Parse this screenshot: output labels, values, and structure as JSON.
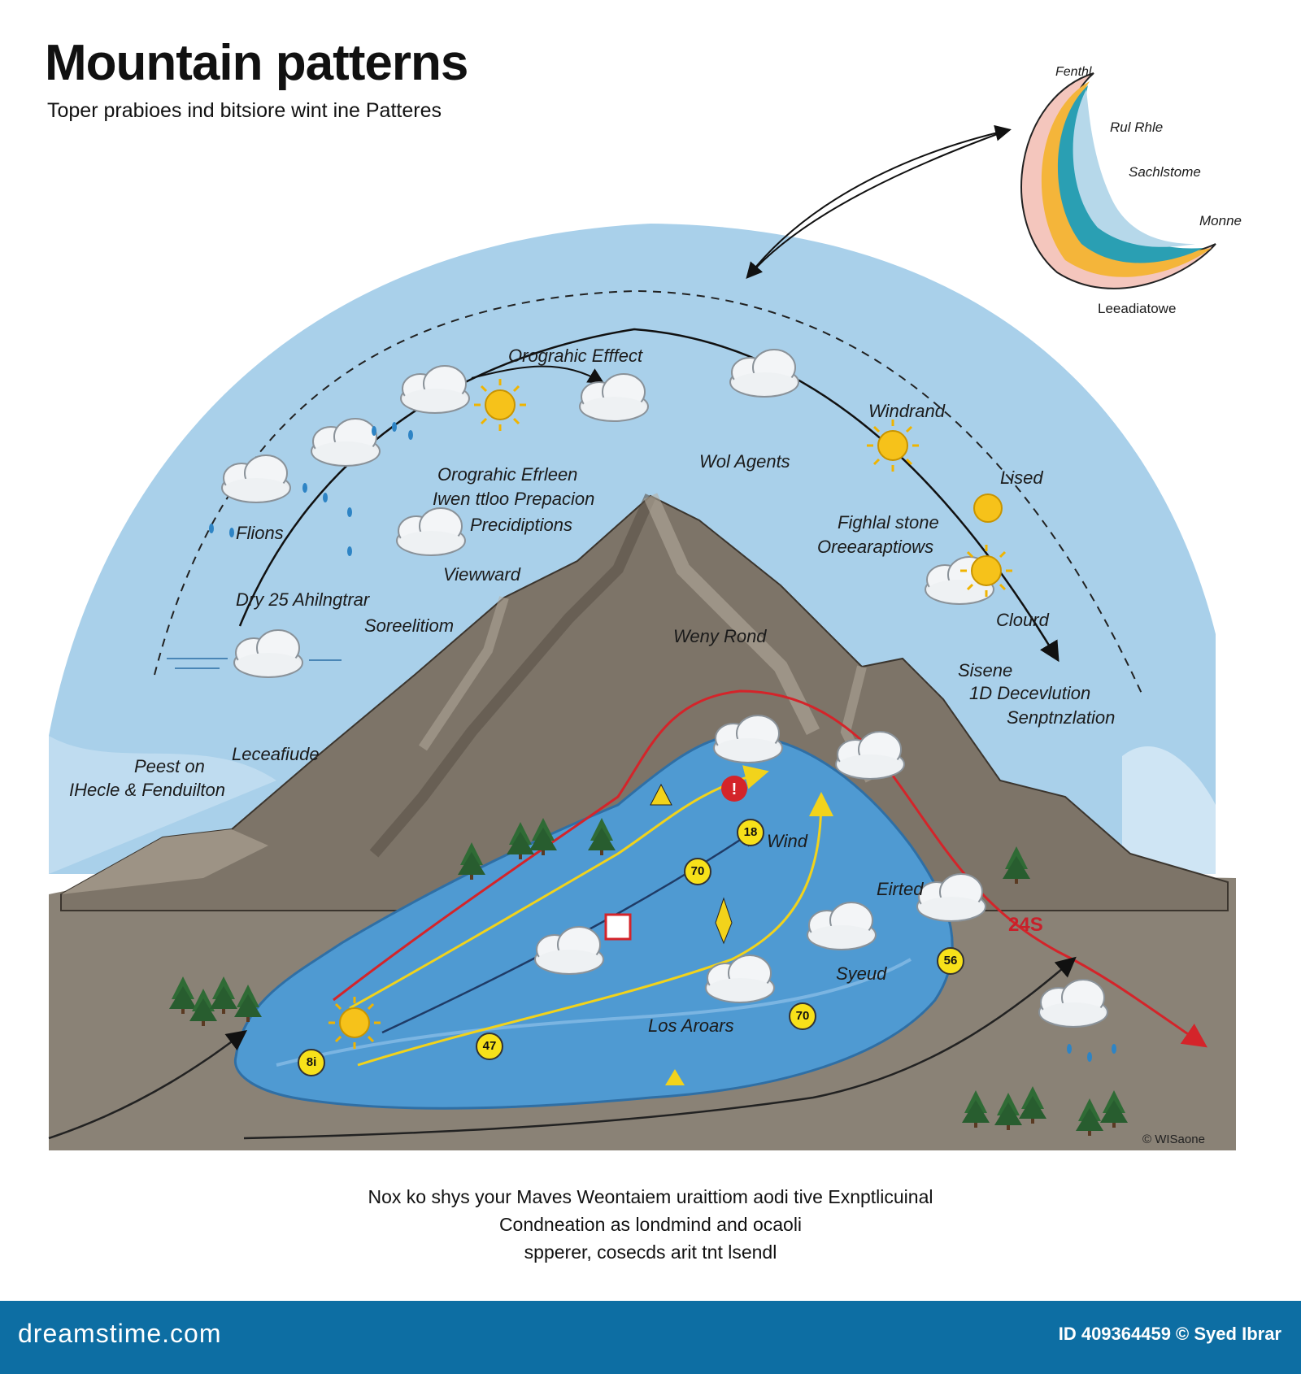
{
  "header": {
    "title": "Mountain patterns",
    "subtitle": "Toper prabioes ind bitsiore wint ine Patteres"
  },
  "inset": {
    "top": "Fenthl",
    "l1": "Rul Rhle",
    "l2": "Sachlstome",
    "l3": "Monne",
    "bottom": "Leeadiatowe"
  },
  "labels": {
    "effect": "Orograhic Efffect",
    "windrand": "Windrand",
    "agents": "Wol Agents",
    "orographic2": "Orograhic Efrleen",
    "precip1": "Iwen ttloo Prepacion",
    "precip2": "Precidiptions",
    "lised": "Lised",
    "flights": "Fighlal stone",
    "oreen": "Oreearaptiows",
    "rlions": "Flions",
    "viewward": "Viewward",
    "dry": "Dry 25 Ahilngtrar",
    "soreditom": "Soreelitiom",
    "cloud": "Clourd",
    "wind_road": "Weny Rond",
    "sisene": "Sisene",
    "decevution": "1D Decevlution",
    "sentplt": "Senptnzlation",
    "leeade": "Leceafiude",
    "pest": "Peest on",
    "iheele": "IHecle & Fenduilton",
    "wind": "Wind",
    "eirted": "Eirted",
    "sizas": "24S",
    "syeud": "Syeud",
    "low_areas": "Los Aroars",
    "copyright": "© WISaone"
  },
  "badges": {
    "b18": "18",
    "b70a": "70",
    "b56": "56",
    "b70b": "70",
    "b47": "47",
    "b81": "8i"
  },
  "caption": {
    "line1": "Nox ko shys your Maves Weontaiem uraittiom aodi tive Exnptlicuinal",
    "line2": "Condneation as londmind and ocaoli",
    "line3": "spperer, cosecds arit tnt lsendl"
  },
  "footer": {
    "brand": "dreamstime.com",
    "credit": "ID 409364459 © Syed Ibrar"
  },
  "colors": {
    "sky": "#a9d0ea",
    "mountain": "#7d7468",
    "lake": "#4f9ad2",
    "footer": "#0d6ea3",
    "warm_arrow": "#d4242a",
    "cool_arrow": "#f2d31b"
  }
}
